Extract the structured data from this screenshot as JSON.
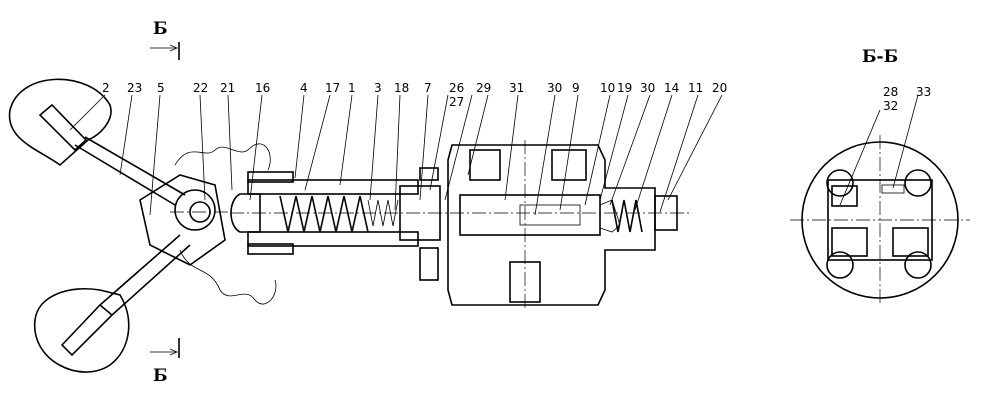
{
  "section_marks": {
    "top": "Б",
    "bottom": "Б",
    "view_title": "Б-Б"
  },
  "callouts": [
    "2",
    "23",
    "5",
    "22",
    "21",
    "16",
    "4",
    "17",
    "1",
    "3",
    "18",
    "7",
    "26",
    "27",
    "29",
    "31",
    "30",
    "9",
    "10",
    "19",
    "30",
    "14",
    "11",
    "20"
  ],
  "view_callouts": [
    "28",
    "32",
    "33"
  ]
}
